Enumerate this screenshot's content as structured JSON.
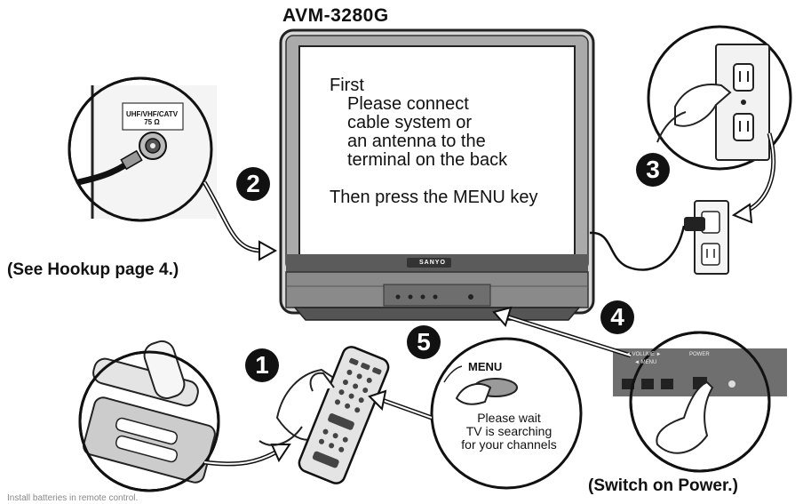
{
  "tv": {
    "model": "AVM-3280G",
    "brand": "SANYO",
    "screen_lines": [
      "First",
      "Please connect",
      "cable system or",
      "an antenna to the",
      "terminal on the back",
      "Then press the MENU key"
    ]
  },
  "steps": [
    "1",
    "2",
    "3",
    "4",
    "5"
  ],
  "captions": {
    "hookup": "(See Hookup page 4.)",
    "power": "(Switch on Power.)",
    "battery": "Install batteries in remote control."
  },
  "terminal": {
    "label_line1": "UHF/VHF/CATV",
    "label_line2": "75 Ω"
  },
  "remote_callout": {
    "button": "MENU",
    "message_lines": [
      "Please wait",
      "TV is searching",
      "for your channels"
    ]
  },
  "front_panel": {
    "left_label": "◄ VOLUME ►",
    "left_sub": "◄ MENU",
    "right_label": "POWER"
  }
}
